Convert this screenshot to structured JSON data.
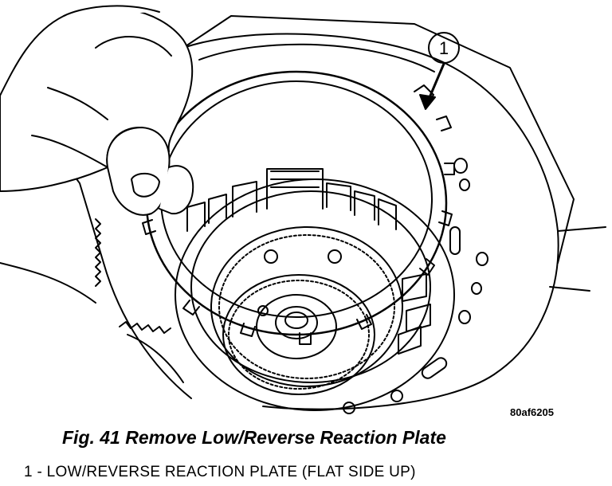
{
  "figure": {
    "callout_number": "1",
    "reference_code": "80af6205",
    "caption": "Fig. 41 Remove Low/Reverse Reaction Plate",
    "legend": [
      {
        "number": "1",
        "separator": " - ",
        "text": "LOW/REVERSE REACTION PLATE (FLAT SIDE UP)"
      }
    ]
  }
}
